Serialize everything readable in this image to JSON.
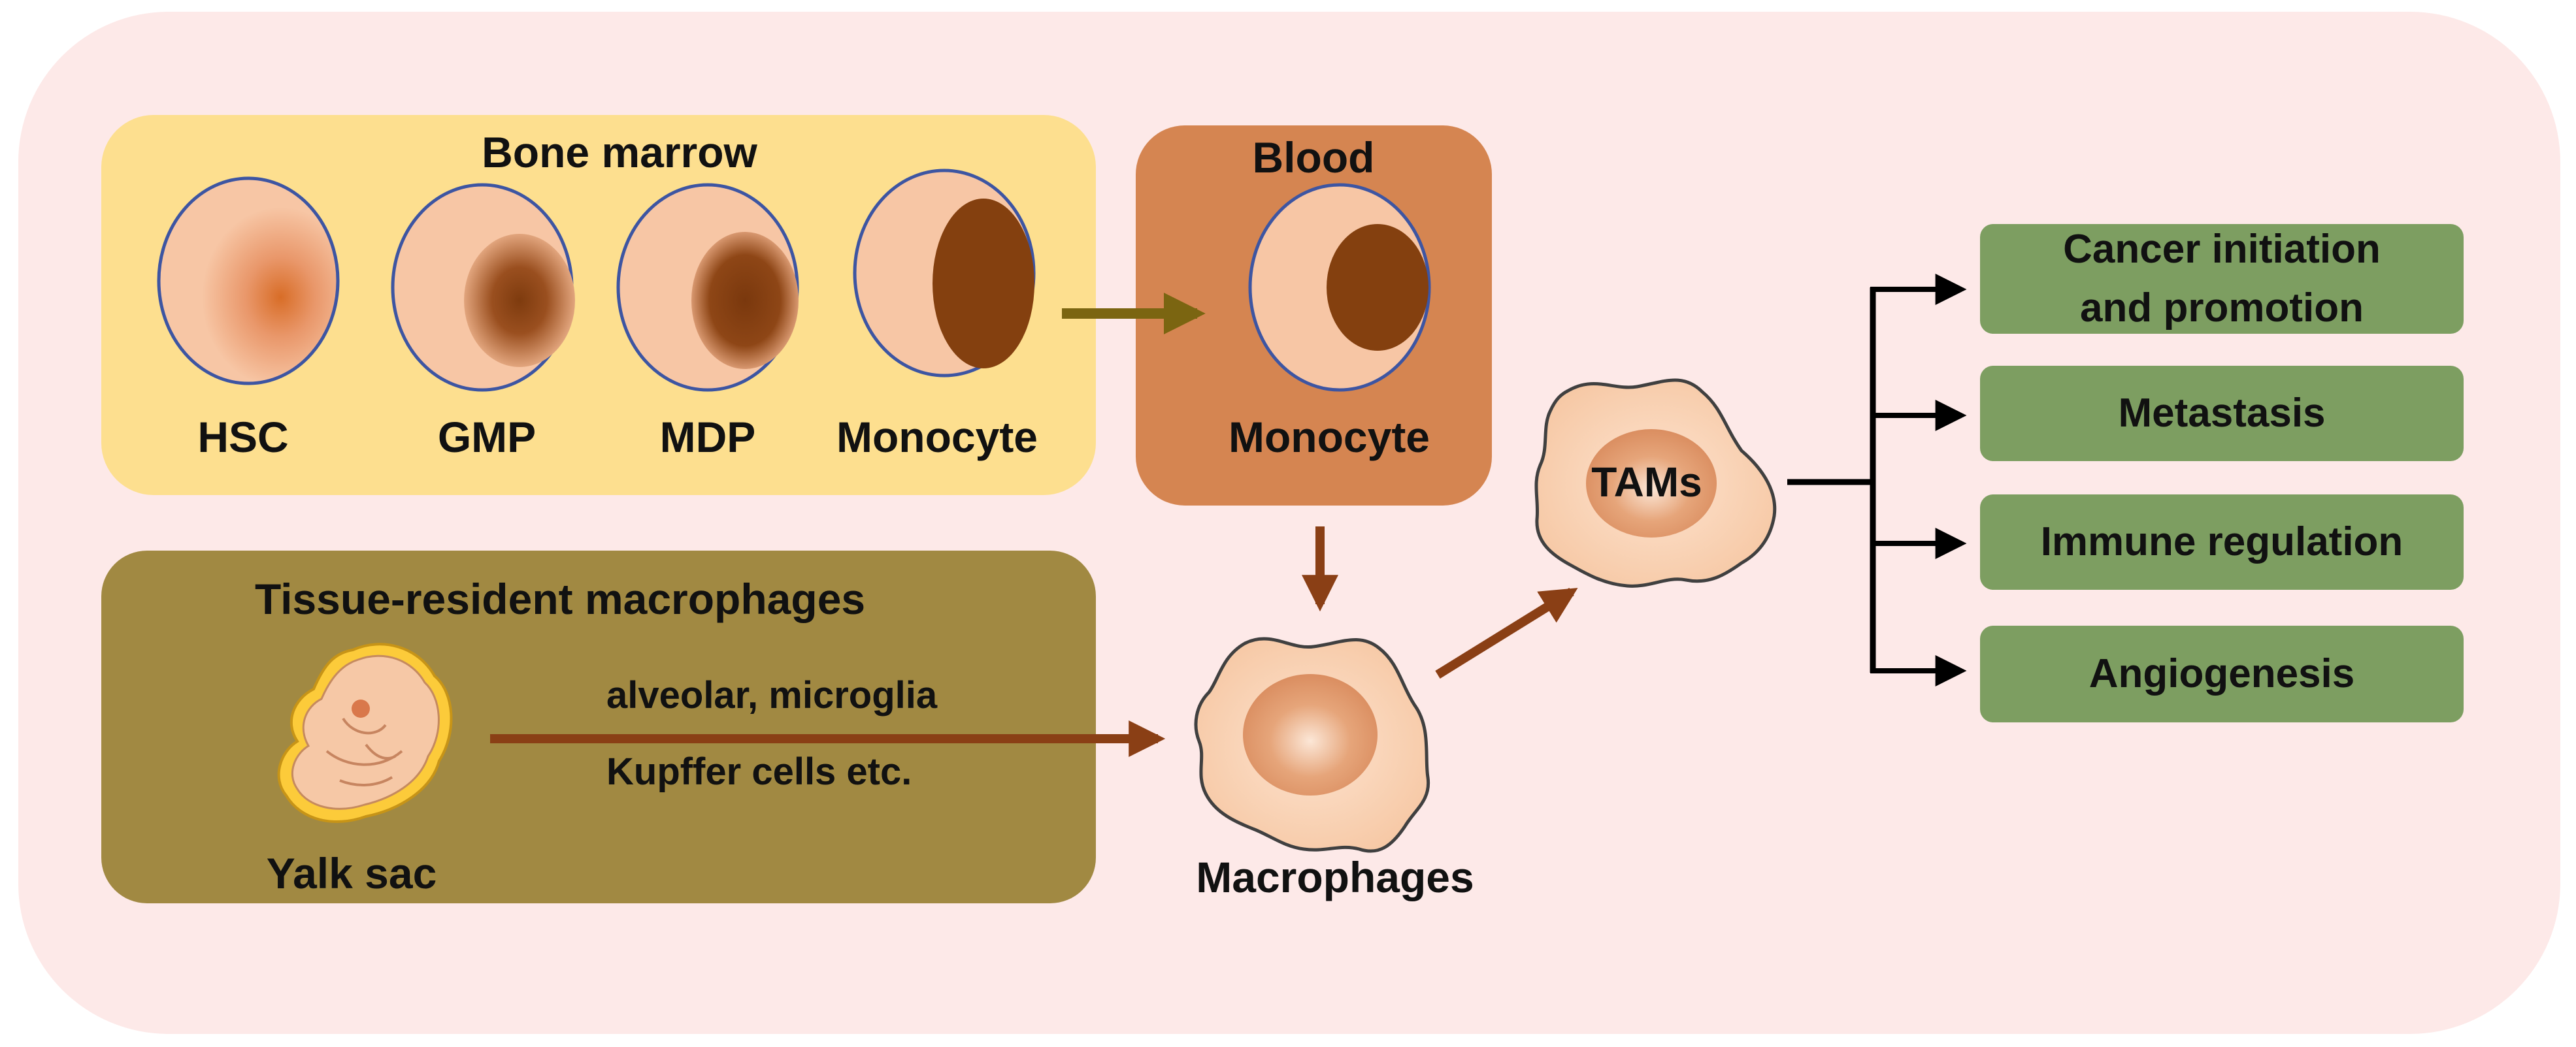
{
  "colors": {
    "background_panel": "#fde9e8",
    "bone_marrow_box": "#fddf8f",
    "blood_box": "#d58551",
    "tissue_box": "#a18942",
    "outcome_box": "#7d9e61",
    "cell_body": "#f7c6a5",
    "cell_outline": "#3d55a2",
    "nucleus_dark": "#84400f",
    "arrow_olive": "#7b6511",
    "arrow_brown": "#8a3f15",
    "bracket": "#000000"
  },
  "bone_marrow": {
    "title": "Bone marrow",
    "cells": [
      {
        "label": "HSC",
        "icon": "hsc-cell-icon"
      },
      {
        "label": "GMP",
        "icon": "gmp-cell-icon"
      },
      {
        "label": "MDP",
        "icon": "mdp-cell-icon"
      },
      {
        "label": "Monocyte",
        "icon": "monocyte-cell-icon"
      }
    ]
  },
  "blood": {
    "title": "Blood",
    "cell_label": "Monocyte"
  },
  "tissue": {
    "title": "Tissue-resident macrophages",
    "origin_label": "Yalk sac",
    "examples_line1": "alveolar, microglia",
    "examples_line2": "Kupffer cells etc."
  },
  "macrophages": {
    "label": "Macrophages"
  },
  "tams": {
    "label": "TAMs"
  },
  "outcomes": [
    {
      "line1": "Cancer initiation",
      "line2": "and promotion"
    },
    {
      "line1": "Metastasis"
    },
    {
      "line1": "Immune regulation"
    },
    {
      "line1": "Angiogenesis"
    }
  ]
}
